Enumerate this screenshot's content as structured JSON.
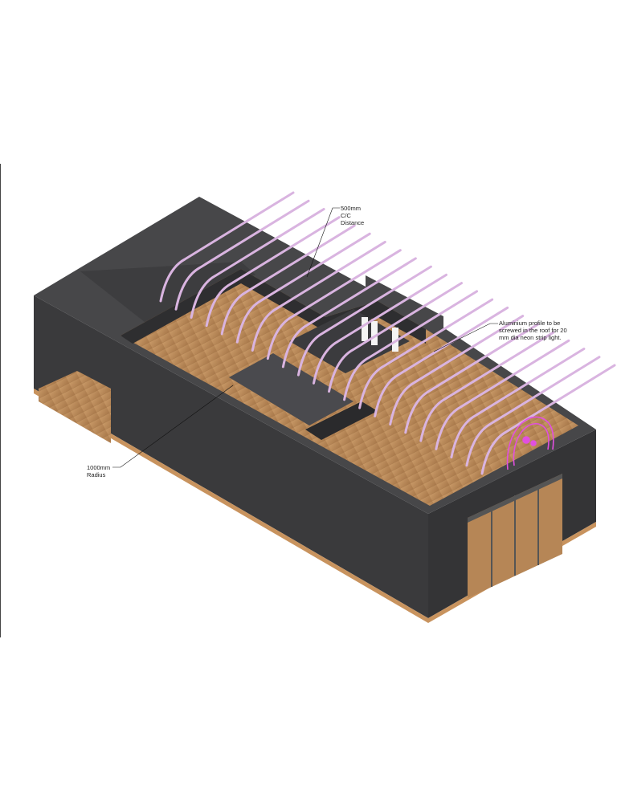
{
  "annotations": {
    "cc_distance": "500mm\nC/C\nDistance",
    "aluminium_profile": "Aluminium profile to be\nscrewed in the roof for 20\nmm dia neon strip light.",
    "radius": "1000mm\nRadius"
  },
  "colors": {
    "wall": "#3f3f41",
    "wall_top": "#4a4a4c",
    "floor": "#b98a5a",
    "neon": "#d7a9df",
    "neon_sign": "#e14fe0"
  }
}
